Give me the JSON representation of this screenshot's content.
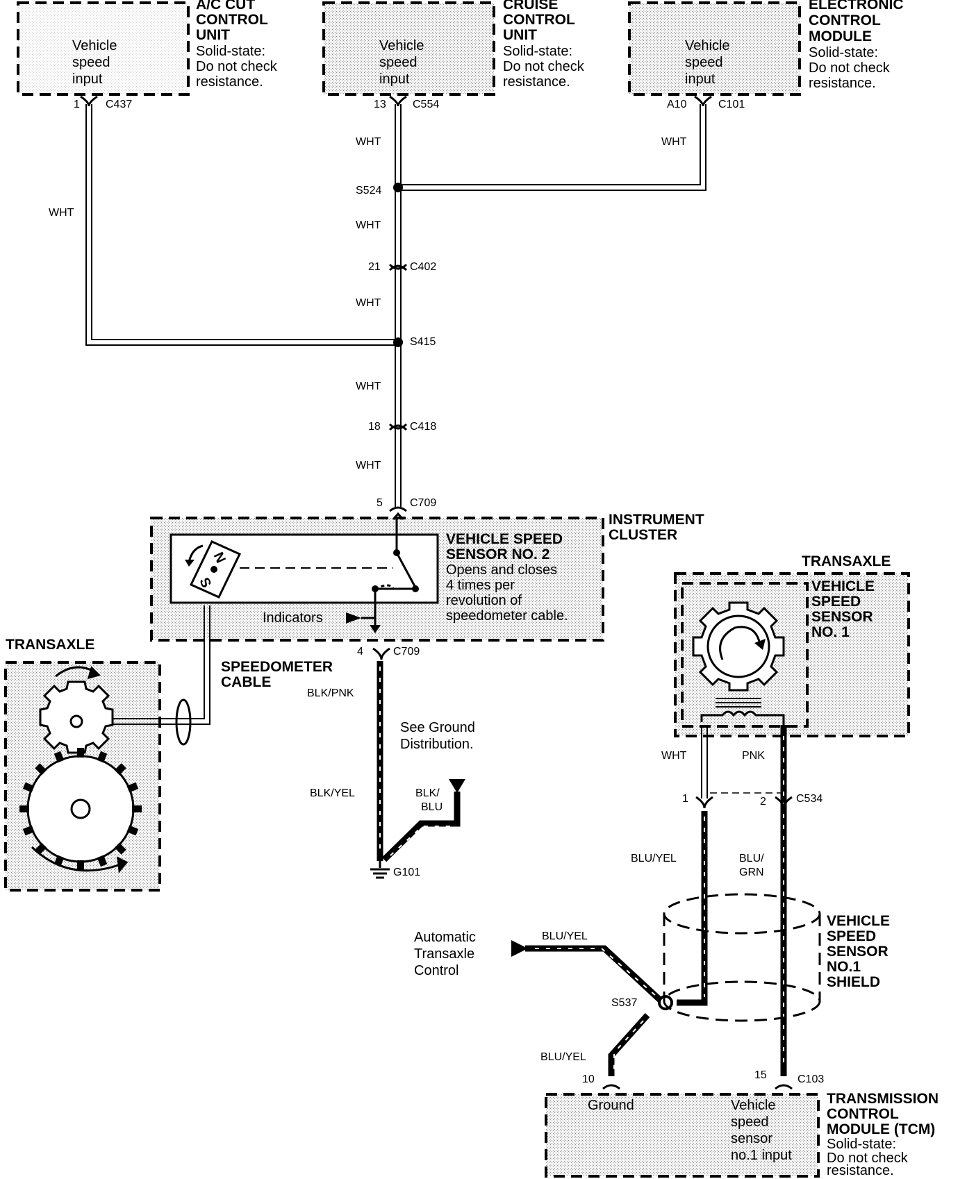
{
  "components": {
    "ac_cut_unit": {
      "title": [
        "A/C CUT",
        "CONTROL",
        "UNIT"
      ],
      "note": [
        "Solid-state:",
        "Do not check",
        "resistance."
      ],
      "pin_label": [
        "Vehicle",
        "speed",
        "input"
      ],
      "pin": "1",
      "connector": "C437"
    },
    "cruise_unit": {
      "title": [
        "CRUISE",
        "CONTROL",
        "UNIT"
      ],
      "note": [
        "Solid-state:",
        "Do not check",
        "resistance."
      ],
      "pin_label": [
        "Vehicle",
        "speed",
        "input"
      ],
      "pin": "13",
      "connector": "C554"
    },
    "ecm": {
      "title": [
        "ELECTRONIC",
        "CONTROL",
        "MODULE"
      ],
      "note": [
        "Solid-state:",
        "Do not check",
        "resistance."
      ],
      "pin_label": [
        "Vehicle",
        "speed",
        "input"
      ],
      "pin": "A10",
      "connector": "C101"
    },
    "instrument_cluster": {
      "title": [
        "INSTRUMENT",
        "CLUSTER"
      ]
    },
    "vss2": {
      "title": [
        "VEHICLE SPEED",
        "SENSOR NO. 2"
      ],
      "desc": [
        "Opens and closes",
        "4 times per",
        "revolution of",
        "speedometer cable."
      ],
      "magnet_n": "N",
      "magnet_s": "S"
    },
    "indicators": "Indicators",
    "transaxle_left": "TRANSAXLE",
    "speedometer_cable": [
      "SPEEDOMETER",
      "CABLE"
    ],
    "transaxle_right": "TRANSAXLE",
    "vss1": {
      "title": [
        "VEHICLE",
        "SPEED",
        "SENSOR",
        "NO. 1"
      ]
    },
    "vss1_shield": [
      "VEHICLE",
      "SPEED",
      "SENSOR",
      "NO.1",
      "SHIELD"
    ],
    "ground_note": [
      "See Ground",
      "Distribution."
    ],
    "atc_note": [
      "Automatic",
      "Transaxle",
      "Control"
    ],
    "tcm": {
      "title": [
        "TRANSMISSION",
        "CONTROL",
        "MODULE (TCM)"
      ],
      "note": [
        "Solid-state:",
        "Do not check",
        "resistance."
      ],
      "ground_label": "Ground",
      "vss_label": [
        "Vehicle",
        "speed",
        "sensor",
        "no.1 input"
      ]
    }
  },
  "wires": {
    "wht_1": "WHT",
    "wht_2": "WHT",
    "wht_3": "WHT",
    "wht_4": "WHT",
    "wht_5": "WHT",
    "wht_6": "WHT",
    "wht_7": "WHT",
    "wht_8": "WHT",
    "blk_pnk": "BLK/PNK",
    "blk_yel": "BLK/YEL",
    "blk_blu": [
      "BLK/",
      "BLU"
    ],
    "pnk": "PNK",
    "blu_yel_1": "BLU/YEL",
    "blu_grn": [
      "BLU/",
      "GRN"
    ],
    "blu_yel_2": "BLU/YEL",
    "blu_yel_3": "BLU/YEL"
  },
  "connectors": {
    "c402": {
      "pin": "21",
      "name": "C402"
    },
    "c418": {
      "pin": "18",
      "name": "C418"
    },
    "c709_top": {
      "pin": "5",
      "name": "C709"
    },
    "c709_bottom": {
      "pin": "4",
      "name": "C709"
    },
    "c534": {
      "pin_1": "1",
      "pin_2": "2",
      "name": "C534"
    },
    "c103": {
      "pin_10": "10",
      "pin_15": "15",
      "name": "C103"
    }
  },
  "splices": {
    "s524": "S524",
    "s415": "S415",
    "s537": "S537"
  },
  "grounds": {
    "g101": "G101"
  }
}
